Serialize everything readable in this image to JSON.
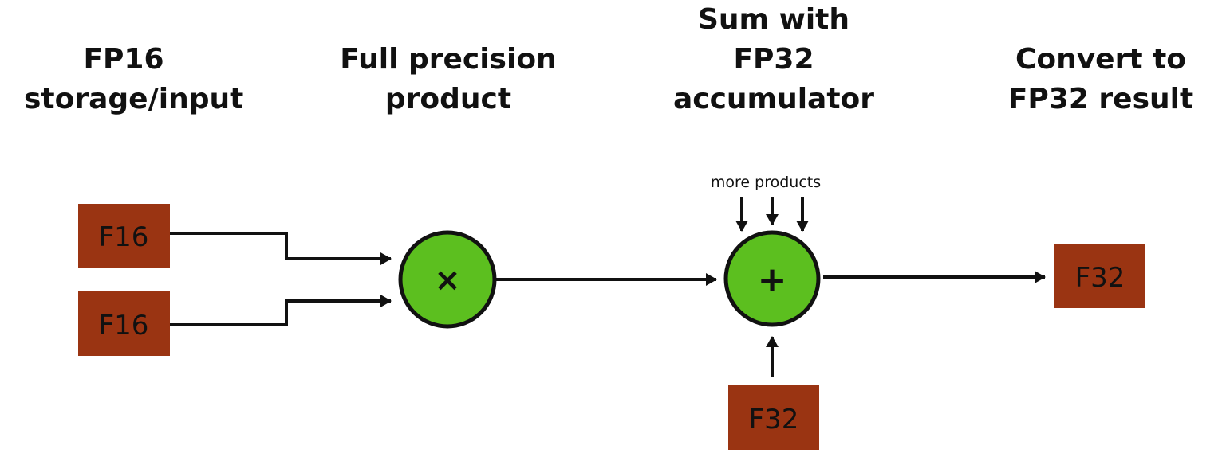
{
  "headings": {
    "input": {
      "line1": "FP16",
      "line2": "storage/input"
    },
    "product": {
      "line1": "Full precision",
      "line2": "product"
    },
    "sum": {
      "line1": "Sum with",
      "line2": "FP32",
      "line3": "accumulator"
    },
    "convert": {
      "line1": "Convert to",
      "line2": "FP32 result"
    }
  },
  "boxes": {
    "input_a": "F16",
    "input_b": "F16",
    "accumulator": "F32",
    "result": "F32"
  },
  "operators": {
    "multiply": "×",
    "add": "+"
  },
  "annotations": {
    "more_products": "more products"
  },
  "colors": {
    "box_fill": "#9a3412",
    "node_fill": "#5cbf1f",
    "line": "#111111"
  }
}
